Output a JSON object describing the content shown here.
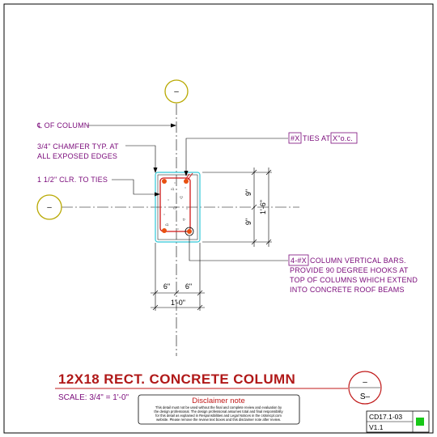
{
  "grid_bubbles": {
    "top": "–",
    "left": "–"
  },
  "notes": {
    "centerline": "℄ OF COLUMN",
    "chamfer_line1": "3/4\" CHAMFER TYP. AT",
    "chamfer_line2": "ALL EXPOSED EDGES",
    "clear": "1 1/2\" CLR. TO TIES",
    "ties_tag": "#X",
    "ties_text": "TIES AT",
    "ties_spacing": "X\"o.c.",
    "bars_tag": "4-#X",
    "bars_line1": "COLUMN VERTICAL BARS.",
    "bars_line2": "PROVIDE 90 DEGREE HOOKS AT",
    "bars_line3": "TOP OF COLUMNS WHICH EXTEND",
    "bars_line4": "INTO CONCRETE ROOF BEAMS"
  },
  "dimensions": {
    "width_left": "6\"",
    "width_right": "6\"",
    "width_total": "1'-0\"",
    "height_top": "9\"",
    "height_bottom": "9\"",
    "height_total": "1'-6\""
  },
  "title_block": {
    "title": "12X18 RECT. CONCRETE COLUMN",
    "scale": "SCALE: 3/4\" = 1'-0\"",
    "section_top": "–",
    "section_bottom": "S–",
    "detail_number": "CD17.1-03",
    "version": "V1.1",
    "status_color": "#18c818"
  },
  "disclaimer": {
    "heading": "Disclaimer note",
    "line1": "This detail must not be used without the final and complete review and evaluation by",
    "line2": "the design professional. The design professional assumes total and final responsibility",
    "line3": "for this detail as explained in Responsibilities and Legal Notices in the cstsmcpl.com",
    "line4": "website. Please remove the review text boxes and this disclaimer note after review."
  }
}
